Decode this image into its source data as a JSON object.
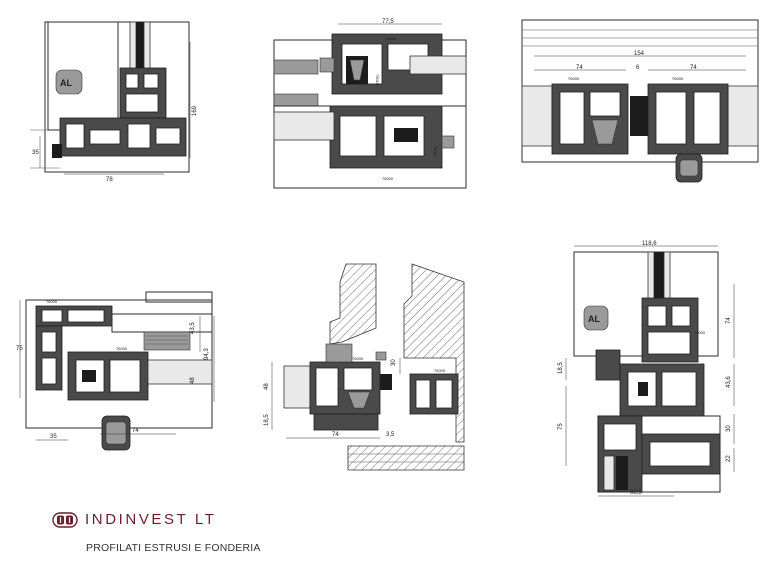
{
  "brand": {
    "name": "INDINVEST LT",
    "tagline": "PROFILATI ESTRUSI E FONDERIA",
    "logo_icon": "indinvest-logo-icon",
    "accent_color": "#6b1f2a"
  },
  "drawings": {
    "d1": {
      "dim_width": "78",
      "dim_height": "169",
      "dim_left": "35"
    },
    "d2": {
      "dim_top": "77,5",
      "gasket_top": "76000",
      "gasket_bottom": "76000",
      "side_label_a": "76010",
      "side_label_b": "76010"
    },
    "d3": {
      "dim_total": "154",
      "dim_left": "74",
      "dim_mid": "6",
      "dim_right": "74",
      "gasket_left": "76000",
      "gasket_right": "76000"
    },
    "d4": {
      "dim_height": "75",
      "dim_top_r": "43,5",
      "dim_mid_r": "94,3",
      "dim_bot_r": "48",
      "dim_left_w": "35",
      "dim_bottom_w": "74",
      "gasket_a": "76000",
      "gasket_b": "76000"
    },
    "d5": {
      "dim_height": "48",
      "dim_small": "18,5",
      "dim_width": "74",
      "dim_right": "3,5",
      "dim_mid_h": "30",
      "gasket_a": "76000",
      "gasket_b": "76000"
    },
    "d6": {
      "dim_top": "118,6",
      "dim_h1": "74",
      "dim_h2": "43,6",
      "dim_h3": "30",
      "dim_h4": "22",
      "dim_left1": "18,5",
      "dim_left2": "75",
      "dim_bottom": "68,5",
      "gasket_a": "76000"
    }
  }
}
